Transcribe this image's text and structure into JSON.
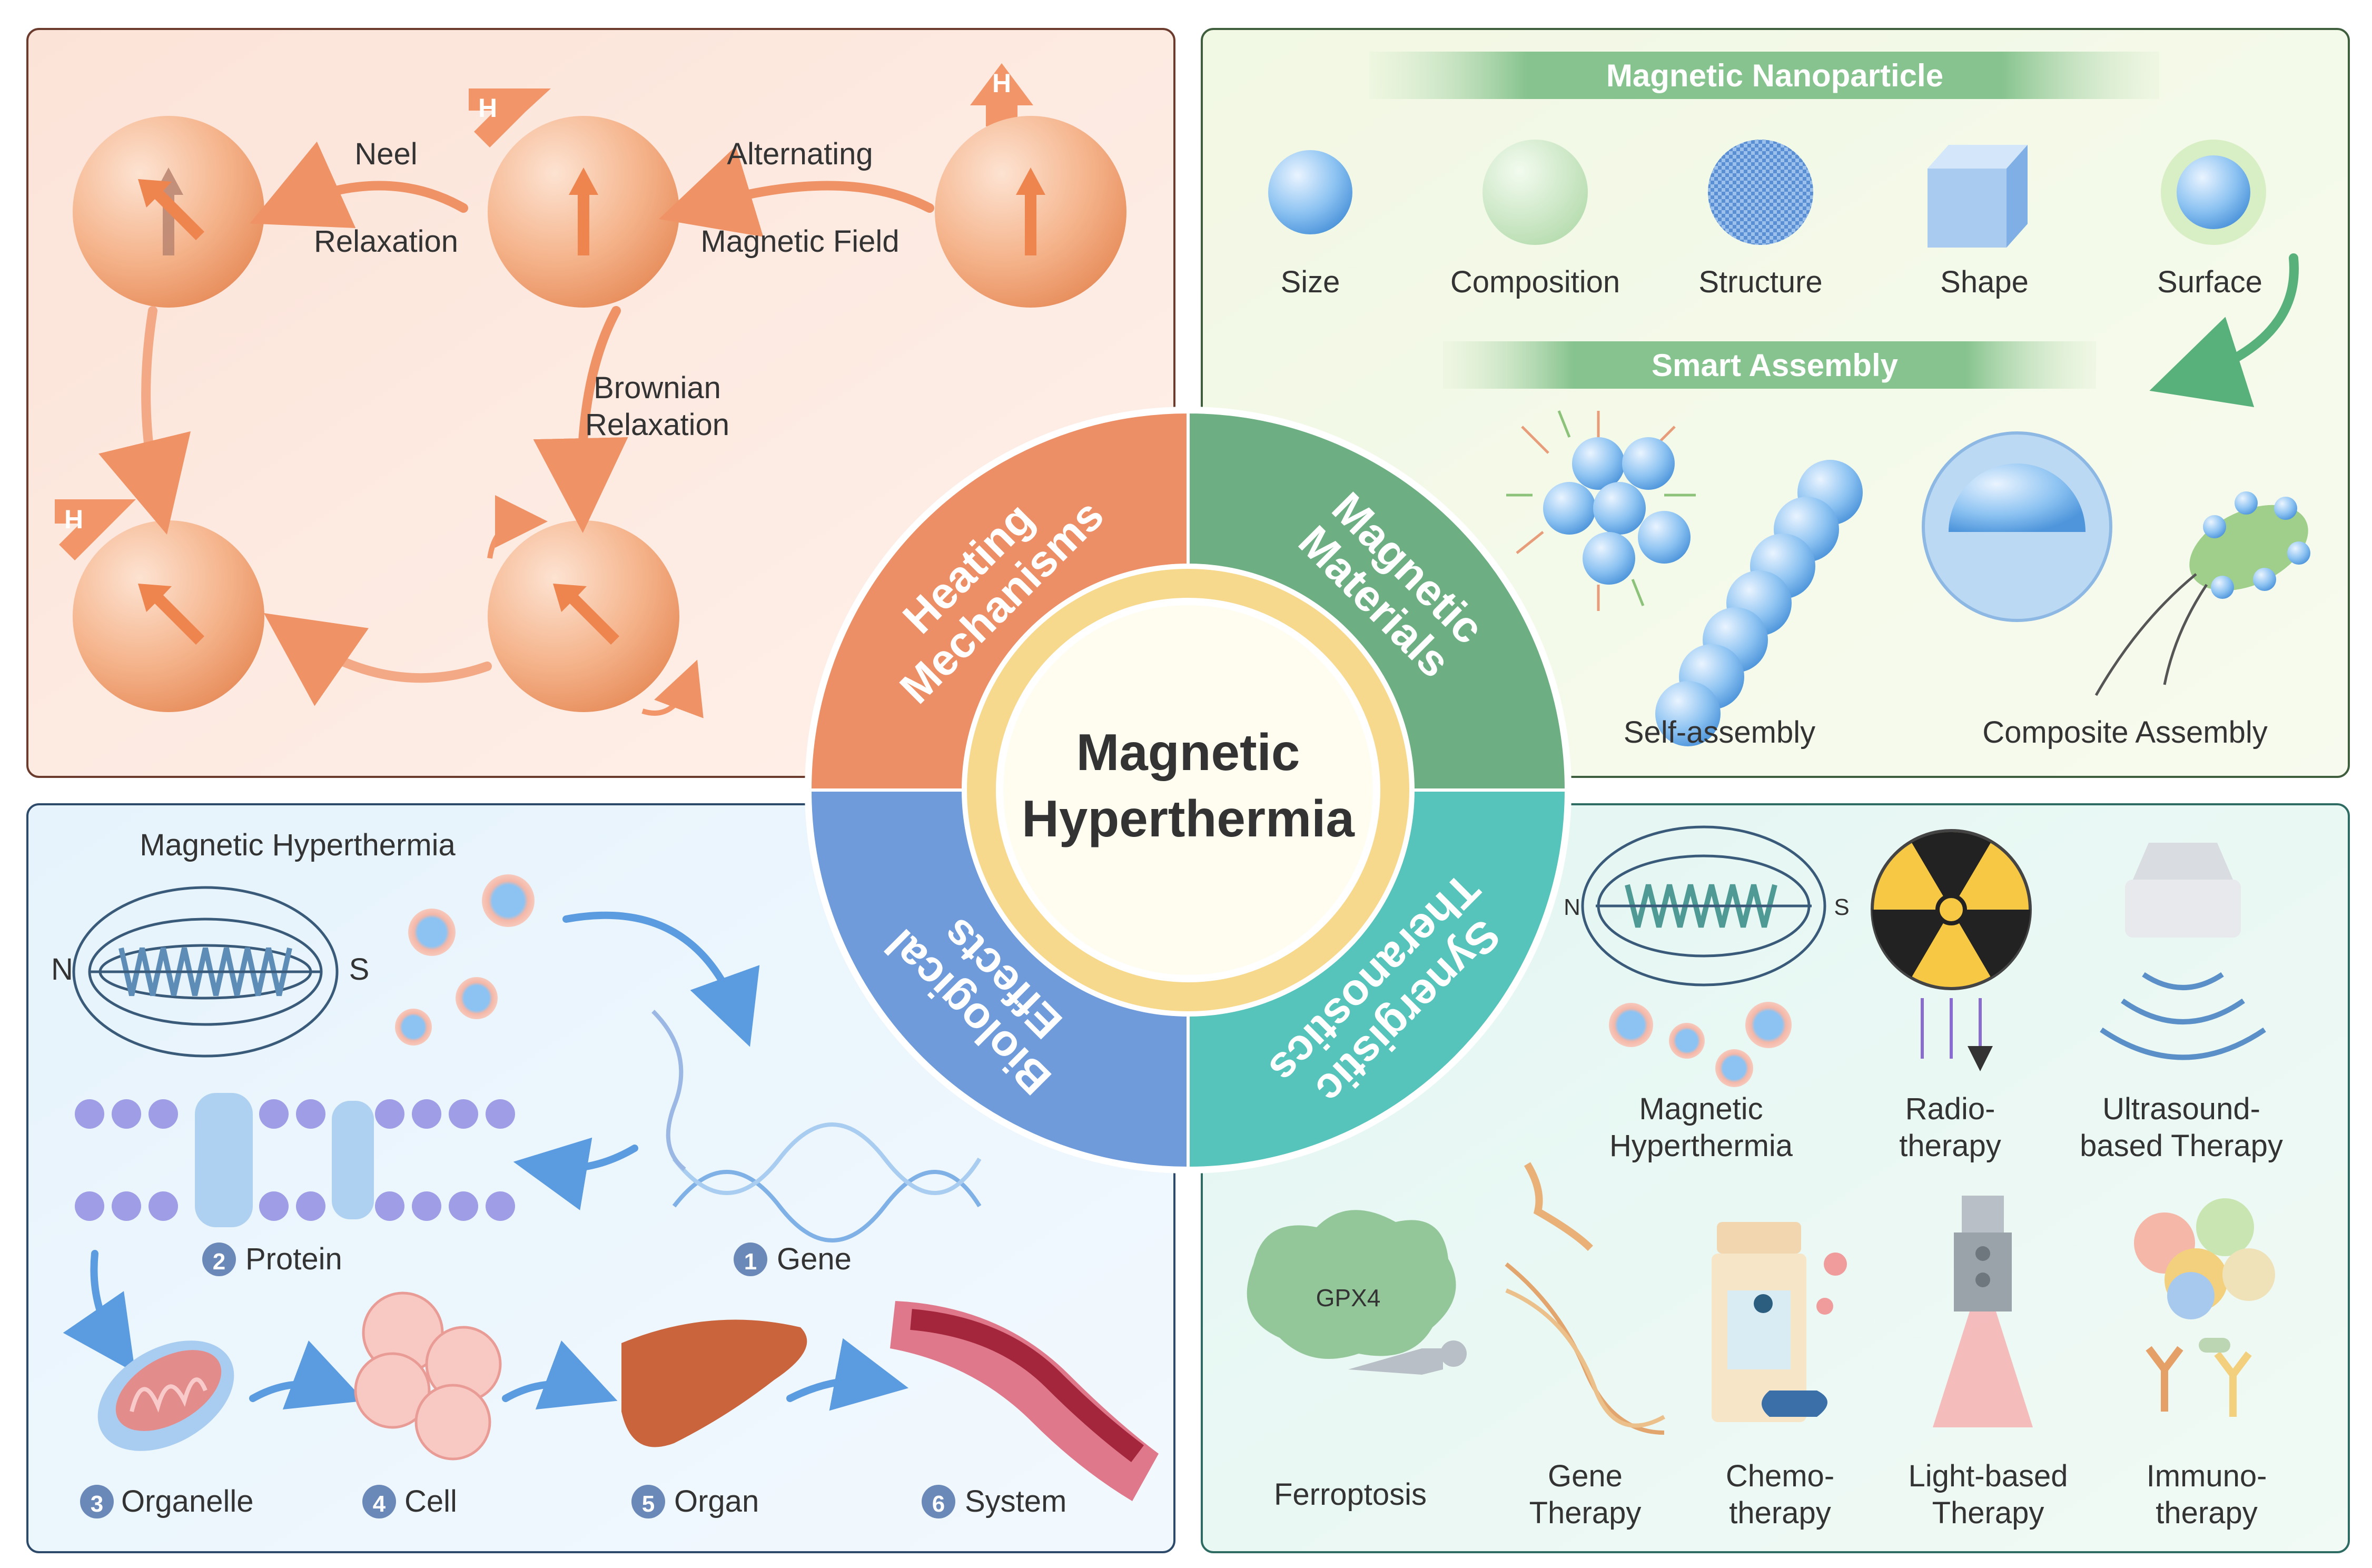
{
  "center": {
    "line1": "Magnetic",
    "line2": "Hyperthermia"
  },
  "ring": {
    "heating": {
      "line1": "Heating",
      "line2": "Mechanisms"
    },
    "materials": {
      "line1": "Magnetic",
      "line2": "Materials"
    },
    "biological": {
      "line1": "Biological",
      "line2": "Effects"
    },
    "synergistic": {
      "line1": "Synergistic",
      "line2": "Theranostics"
    }
  },
  "heating": {
    "field_letter": "H",
    "neel": "Neel",
    "relaxation": "Relaxation",
    "alternating": "Alternating",
    "magnetic_field": "Magnetic Field",
    "brownian": "Brownian",
    "brownian_relaxation": "Relaxation"
  },
  "materials": {
    "banner": "Magnetic Nanoparticle",
    "properties": [
      "Size",
      "Composition",
      "Structure",
      "Shape",
      "Surface"
    ],
    "assembly_banner": "Smart Assembly",
    "self_assembly": "Self-assembly",
    "composite_assembly": "Composite Assembly"
  },
  "biological": {
    "title": "Magnetic Hyperthermia",
    "pole_n": "N",
    "pole_s": "S",
    "steps": [
      {
        "num": "1",
        "label": "Gene"
      },
      {
        "num": "2",
        "label": "Protein"
      },
      {
        "num": "3",
        "label": "Organelle"
      },
      {
        "num": "4",
        "label": "Cell"
      },
      {
        "num": "5",
        "label": "Organ"
      },
      {
        "num": "6",
        "label": "System"
      }
    ]
  },
  "synergistic": {
    "pole_n": "N",
    "pole_s": "S",
    "gpx4": "GPX4",
    "therapies": [
      {
        "line1": "Magnetic",
        "line2": "Hyperthermia"
      },
      {
        "line1": "Radio-",
        "line2": "therapy"
      },
      {
        "line1": "Ultrasound-",
        "line2": "based Therapy"
      },
      {
        "line1": "Ferroptosis",
        "line2": ""
      },
      {
        "line1": "Gene",
        "line2": "Therapy"
      },
      {
        "line1": "Chemo-",
        "line2": "therapy"
      },
      {
        "line1": "Light-based",
        "line2": "Therapy"
      },
      {
        "line1": "Immuno-",
        "line2": "therapy"
      }
    ]
  },
  "colors": {
    "heating": "#EC8F66",
    "materials": "#6DAF83",
    "biological": "#6F9BDB",
    "synergistic": "#56C4BA",
    "hub_ring": "#F7D98E"
  }
}
